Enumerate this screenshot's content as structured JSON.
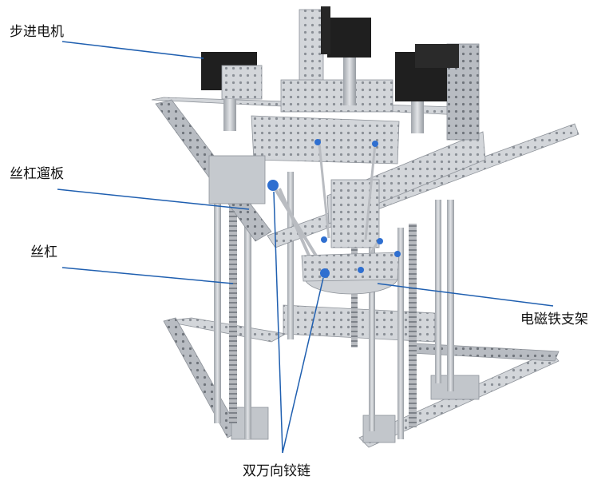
{
  "labels": {
    "stepper_motor": "步进电机",
    "lead_screw_plate": "丝杠遛板",
    "lead_screw": "丝杠",
    "electromagnet_bracket": "电磁铁支架",
    "universal_joint": "双万向铰链"
  },
  "colors": {
    "leader_line": "#1f5fb0",
    "aluminum": "#c9ccd1",
    "aluminum_dark": "#9ea3aa",
    "motor": "#1c1c1c",
    "joint_blue": "#2f6fd0"
  }
}
